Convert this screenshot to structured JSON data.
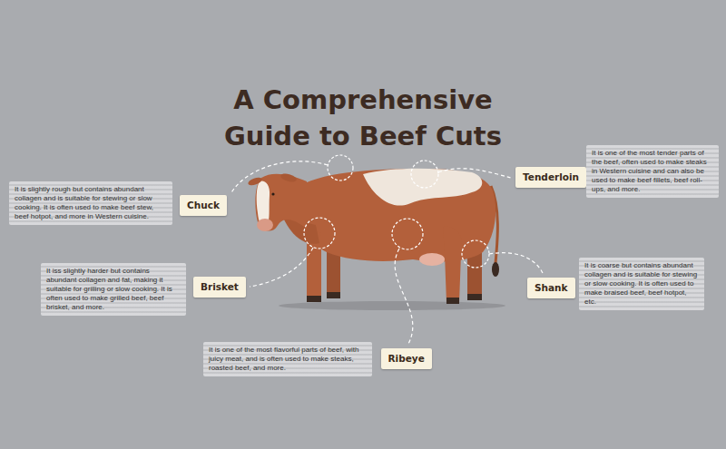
{
  "diagram": {
    "title": "A Comprehensive Guide to Beef Cuts",
    "nodes": [
      {
        "text": [
          "It is slightly rough but contains abundant collagen and is suitable for stewing or slow cooking. It is often used to make beef stew, beef hotpot, and more in Western cuisine."
        ]
      },
      {
        "text": [
          "Chuck"
        ]
      },
      {
        "text": [
          "Tenderloin"
        ]
      },
      {
        "text": [
          "It is one of the most tender parts of the beef, often used to make steaks in Western cuisine and can also be used to make beef fillets, beef roll-ups, and more."
        ]
      },
      {
        "text": [
          "It iss slightly harder but contains abundant collagen and fat, making it suitable for grilling or slow cooking. It is often used to make grilled beef, beef brisket, and more."
        ]
      },
      {
        "text": [
          "Brisket"
        ]
      },
      {
        "text": [
          "Shank"
        ]
      },
      {
        "text": [
          "It is coarse but contains abundant collagen and is suitable for stewing or slow cooking. It is often used to make braised beef, beef hotpot, etc."
        ]
      },
      {
        "text": [
          "It is one of the most flavorful parts of beef, with juicy meat, and is often used to make steaks, roasted beef, and more."
        ]
      },
      {
        "text": [
          "Ribeye"
        ]
      }
    ]
  }
}
